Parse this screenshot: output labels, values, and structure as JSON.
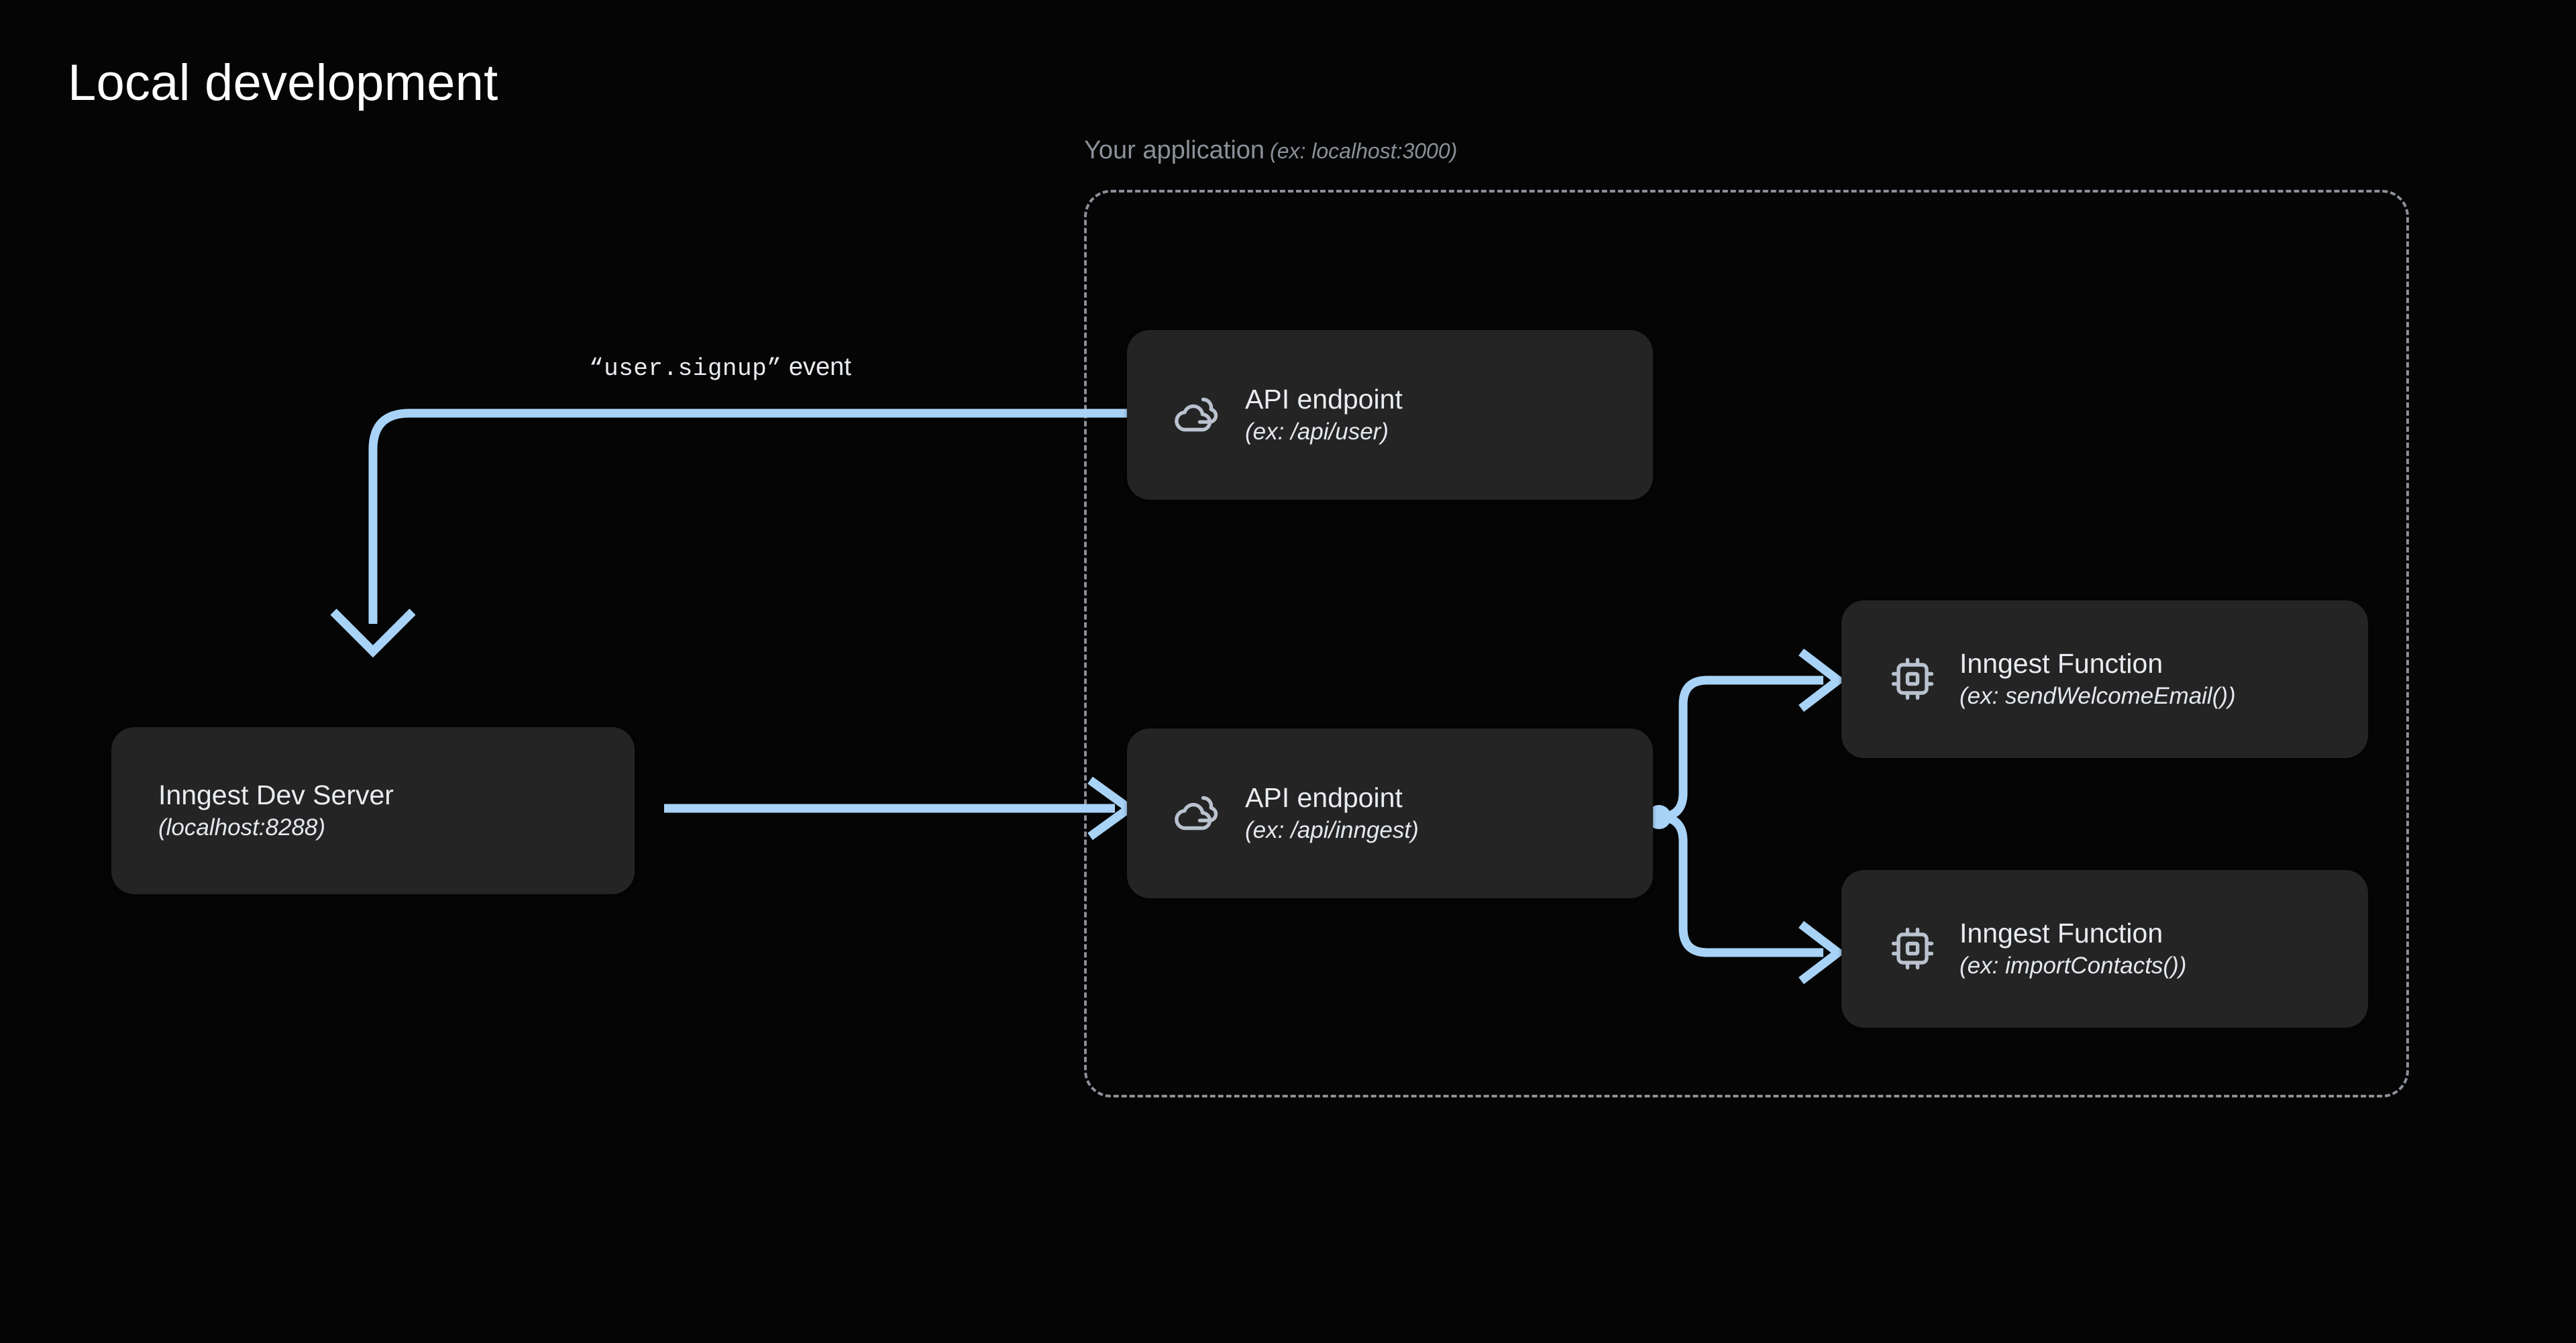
{
  "page": {
    "title": "Local development",
    "background_color": "#050505",
    "accent_color": "#a8d3f7",
    "node_fill_color": "#242424",
    "boundary_color": "#8b9099"
  },
  "app_container": {
    "label": "Your application",
    "hint": "(ex: localhost:3000)",
    "border_style": "dashed"
  },
  "event_label": {
    "name": "“user.signup”",
    "word": " event"
  },
  "nodes": [
    {
      "id": "api-user",
      "icon": "cloud-icon",
      "title": "API endpoint",
      "subtitle": "(ex: /api/user)"
    },
    {
      "id": "api-inngest",
      "icon": "cloud-icon",
      "title": "API endpoint",
      "subtitle": "(ex: /api/inngest)"
    },
    {
      "id": "dev-server",
      "icon": "none",
      "title": "Inngest Dev Server",
      "subtitle": "(localhost:8288)"
    },
    {
      "id": "fn-welcome",
      "icon": "cpu-icon",
      "title": "Inngest Function",
      "subtitle": "(ex: sendWelcomeEmail())"
    },
    {
      "id": "fn-contacts",
      "icon": "cpu-icon",
      "title": "Inngest Function",
      "subtitle": "(ex: importContacts())"
    }
  ],
  "connectors": [
    {
      "id": "event-to-dev-server",
      "from": "api-user",
      "to": "dev-server",
      "arrowhead": "down",
      "color": "#a8d3f7"
    },
    {
      "id": "dev-server-to-api-inngest",
      "from": "dev-server",
      "to": "api-inngest",
      "arrowhead": "right",
      "color": "#a8d3f7"
    },
    {
      "id": "api-inngest-to-fn-welcome",
      "from": "api-inngest",
      "to": "fn-welcome",
      "arrowhead": "right",
      "color": "#a8d3f7"
    },
    {
      "id": "api-inngest-to-fn-contacts",
      "from": "api-inngest",
      "to": "fn-contacts",
      "arrowhead": "right",
      "color": "#a8d3f7"
    }
  ]
}
